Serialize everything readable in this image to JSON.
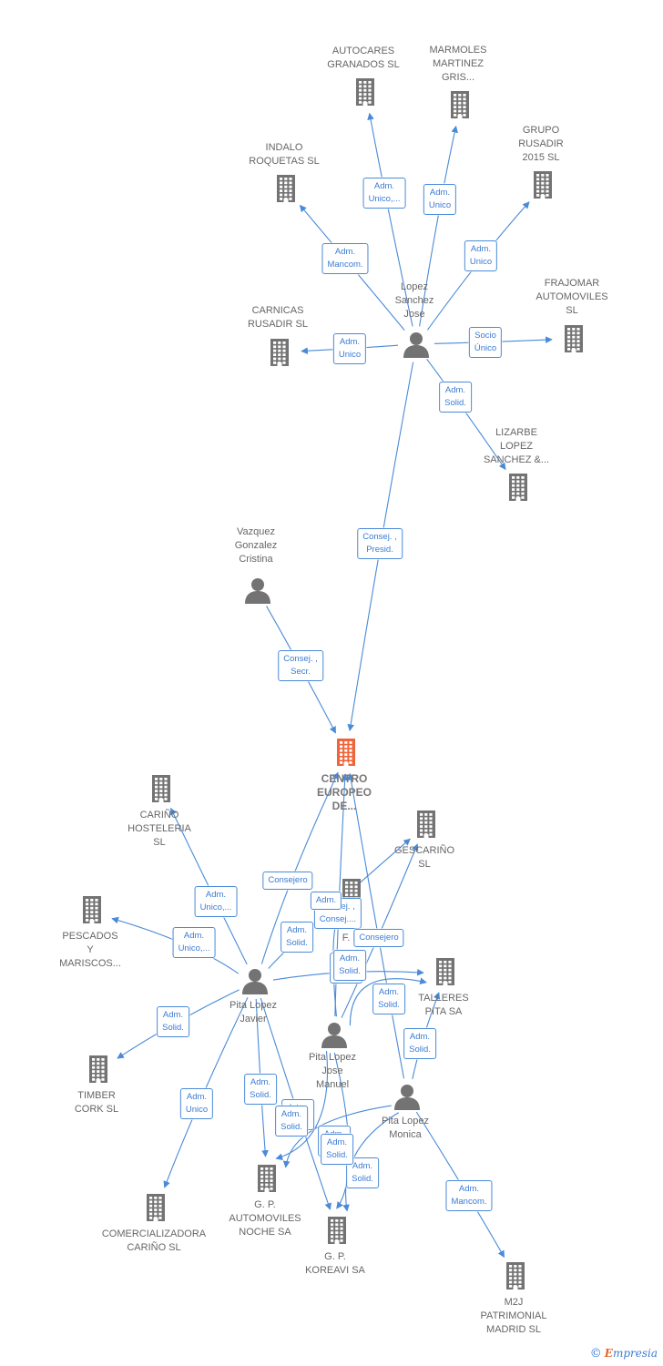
{
  "colors": {
    "edge": "#4a8ad8",
    "node": "#737373",
    "focus": "#f0643a"
  },
  "nodes": [
    {
      "id": "centro",
      "type": "company",
      "focus": true,
      "label": "CENTRO\nEUROPEO\nDE..."
    },
    {
      "id": "lopez",
      "type": "person",
      "label": "Lopez\nSanchez\nJose"
    },
    {
      "id": "autocares",
      "type": "company",
      "label": "AUTOCARES\nGRANADOS SL"
    },
    {
      "id": "marmoles",
      "type": "company",
      "label": "MARMOLES\nMARTINEZ\nGRIS..."
    },
    {
      "id": "grupo",
      "type": "company",
      "label": "GRUPO\nRUSADIR\n2015  SL"
    },
    {
      "id": "indalo",
      "type": "company",
      "label": "INDALO\nROQUETAS SL"
    },
    {
      "id": "frajomar",
      "type": "company",
      "label": "FRAJOMAR\nAUTOMOVILES\nSL"
    },
    {
      "id": "carnicas",
      "type": "company",
      "label": "CARNICAS\nRUSADIR SL"
    },
    {
      "id": "lizarbe",
      "type": "company",
      "label": "LIZARBE\nLOPEZ\nSANCHEZ &..."
    },
    {
      "id": "vazquez",
      "type": "person",
      "label": "Vazquez\nGonzalez\nCristina"
    },
    {
      "id": "carino_host",
      "type": "company",
      "label": "CARIÑO\nHOSTELERIA\nSL"
    },
    {
      "id": "gescarino",
      "type": "company",
      "label": "GESCARIÑO\nSL"
    },
    {
      "id": "pescados",
      "type": "company",
      "label": "PESCADOS\nY\nMARISCOS..."
    },
    {
      "id": "hidden_co",
      "type": "company",
      "label": "RO\nF.  P."
    },
    {
      "id": "javier",
      "type": "person",
      "label": "Pita Lopez\nJavier"
    },
    {
      "id": "talleres",
      "type": "company",
      "label": "TALLERES\nPITA SA"
    },
    {
      "id": "manuel",
      "type": "person",
      "label": "Pita Lopez\nJose\nManuel"
    },
    {
      "id": "timber",
      "type": "company",
      "label": "TIMBER\nCORK SL"
    },
    {
      "id": "monica",
      "type": "person",
      "label": "Pita Lopez\nMonica"
    },
    {
      "id": "gp_noche",
      "type": "company",
      "label": "G.  P.\nAUTOMOVILES\nNOCHE SA"
    },
    {
      "id": "comercializadora",
      "type": "company",
      "label": "COMERCIALIZADORA\nCARIÑO  SL"
    },
    {
      "id": "gp_koreavi",
      "type": "company",
      "label": "G.  P.\nKOREAVI SA"
    },
    {
      "id": "m2j",
      "type": "company",
      "label": "M2J\nPATRIMONIAL\nMADRID  SL"
    }
  ],
  "edges": [
    {
      "from": "lopez",
      "to": "autocares",
      "label": "Adm.\nUnico,..."
    },
    {
      "from": "lopez",
      "to": "marmoles",
      "label": "Adm.\nUnico"
    },
    {
      "from": "lopez",
      "to": "grupo",
      "label": "Adm.\nUnico"
    },
    {
      "from": "lopez",
      "to": "indalo",
      "label": "Adm.\nMancom."
    },
    {
      "from": "lopez",
      "to": "frajomar",
      "label": "Socio\nÚnico"
    },
    {
      "from": "lopez",
      "to": "carnicas",
      "label": "Adm.\nUnico"
    },
    {
      "from": "lopez",
      "to": "lizarbe",
      "label": "Adm.\nSolid."
    },
    {
      "from": "lopez",
      "to": "centro",
      "label": "Consej. ,\nPresid."
    },
    {
      "from": "vazquez",
      "to": "centro",
      "label": "Consej. ,\nSecr."
    },
    {
      "from": "javier",
      "to": "carino_host",
      "label": "Adm.\nUnico,..."
    },
    {
      "from": "javier",
      "to": "pescados",
      "label": "Adm.\nUnico,..."
    },
    {
      "from": "javier",
      "to": "centro",
      "label": "Consejero"
    },
    {
      "from": "javier",
      "to": "gescarino",
      "label": "Adm.\nSolid."
    },
    {
      "from": "javier",
      "to": "talleres",
      "label": "Adm.\nSolid."
    },
    {
      "from": "javier",
      "to": "timber",
      "label": "Adm.\nSolid."
    },
    {
      "from": "javier",
      "to": "comercializadora",
      "label": "Adm.\nUnico"
    },
    {
      "from": "javier",
      "to": "gp_noche",
      "label": "Adm.\nSolid."
    },
    {
      "from": "javier",
      "to": "gp_koreavi",
      "label": "Adm.\nSolid."
    },
    {
      "from": "manuel",
      "to": "centro",
      "label": "Consej. ,\nConsej...."
    },
    {
      "from": "manuel",
      "to": "gescarino",
      "label": "Consejero"
    },
    {
      "from": "manuel",
      "to": "talleres",
      "label": "Adm.\nSolid."
    },
    {
      "from": "manuel",
      "to": "hidden_co",
      "label": "Adm."
    },
    {
      "from": "manuel",
      "to": "gp_noche",
      "label": "Adm.\nSolid."
    },
    {
      "from": "manuel",
      "to": "gp_koreavi",
      "label": "Adm.\nSolid."
    },
    {
      "from": "monica",
      "to": "centro",
      "label": "Adm.\nSolid."
    },
    {
      "from": "monica",
      "to": "talleres",
      "label": "Adm.\nSolid."
    },
    {
      "from": "monica",
      "to": "gp_noche",
      "label": "Adm.\nSolid."
    },
    {
      "from": "monica",
      "to": "gp_koreavi",
      "label": "Adm.\nSolid."
    },
    {
      "from": "monica",
      "to": "m2j",
      "label": "Adm.\nMancom."
    }
  ],
  "brand": {
    "copyright": "©",
    "initial": "E",
    "rest": "mpresia"
  }
}
